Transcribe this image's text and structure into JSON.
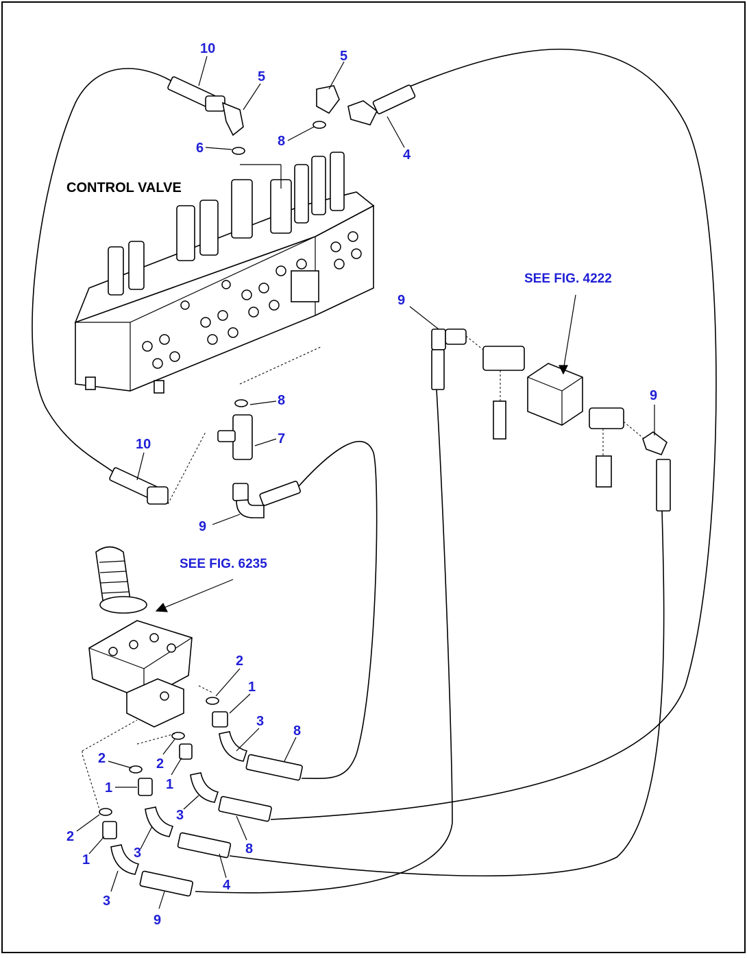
{
  "titles": {
    "control_valve": "CONTROL VALVE",
    "see_fig_4222": "SEE FIG. 4222",
    "see_fig_6235": "SEE FIG. 6235"
  },
  "callouts": {
    "c10_top": "10",
    "c5_left": "5",
    "c5_right": "5",
    "c6": "6",
    "c8_top": "8",
    "c4_top": "4",
    "c9_right_top": "9",
    "c9_right": "9",
    "c8_mid": "8",
    "c7": "7",
    "c10_mid": "10",
    "c9_mid": "9",
    "c2_a": "2",
    "c1_a": "1",
    "c3_a": "3",
    "c8_a": "8",
    "c2_b": "2",
    "c2_c": "2",
    "c1_b": "1",
    "c1_c": "1",
    "c3_b": "3",
    "c3_c": "3",
    "c8_b": "8",
    "c2_d": "2",
    "c1_d": "1",
    "c4_b": "4",
    "c3_d": "3",
    "c9_bottom": "9"
  },
  "colors": {
    "callout": "#1f1fd6",
    "lines": "#000000"
  }
}
